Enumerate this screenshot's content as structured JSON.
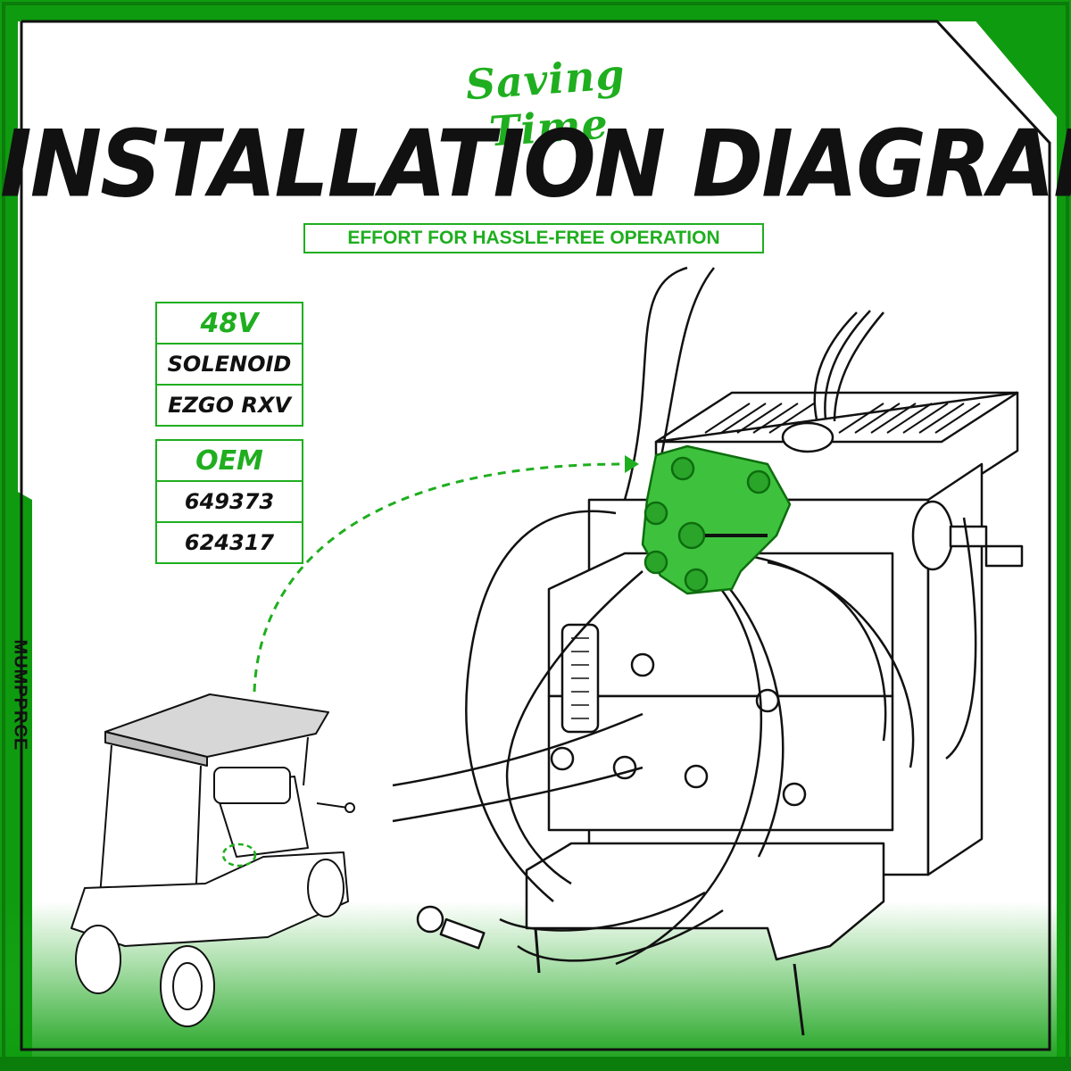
{
  "header": {
    "script_title": "Saving Time",
    "main_title": "INSTALLATION DIAGRAM",
    "subtitle": "EFFORT FOR HASSLE-FREE OPERATION"
  },
  "spec_box_1": {
    "voltage": "48V",
    "part": "SOLENOID",
    "model": "EZGO RXV"
  },
  "spec_box_2": {
    "label": "OEM",
    "numbers": [
      "649373",
      "624317"
    ]
  },
  "brand": "MUMPPRCE",
  "colors": {
    "accent": "#1fae1f",
    "frame": "#0f9b0f",
    "text": "#111111"
  }
}
